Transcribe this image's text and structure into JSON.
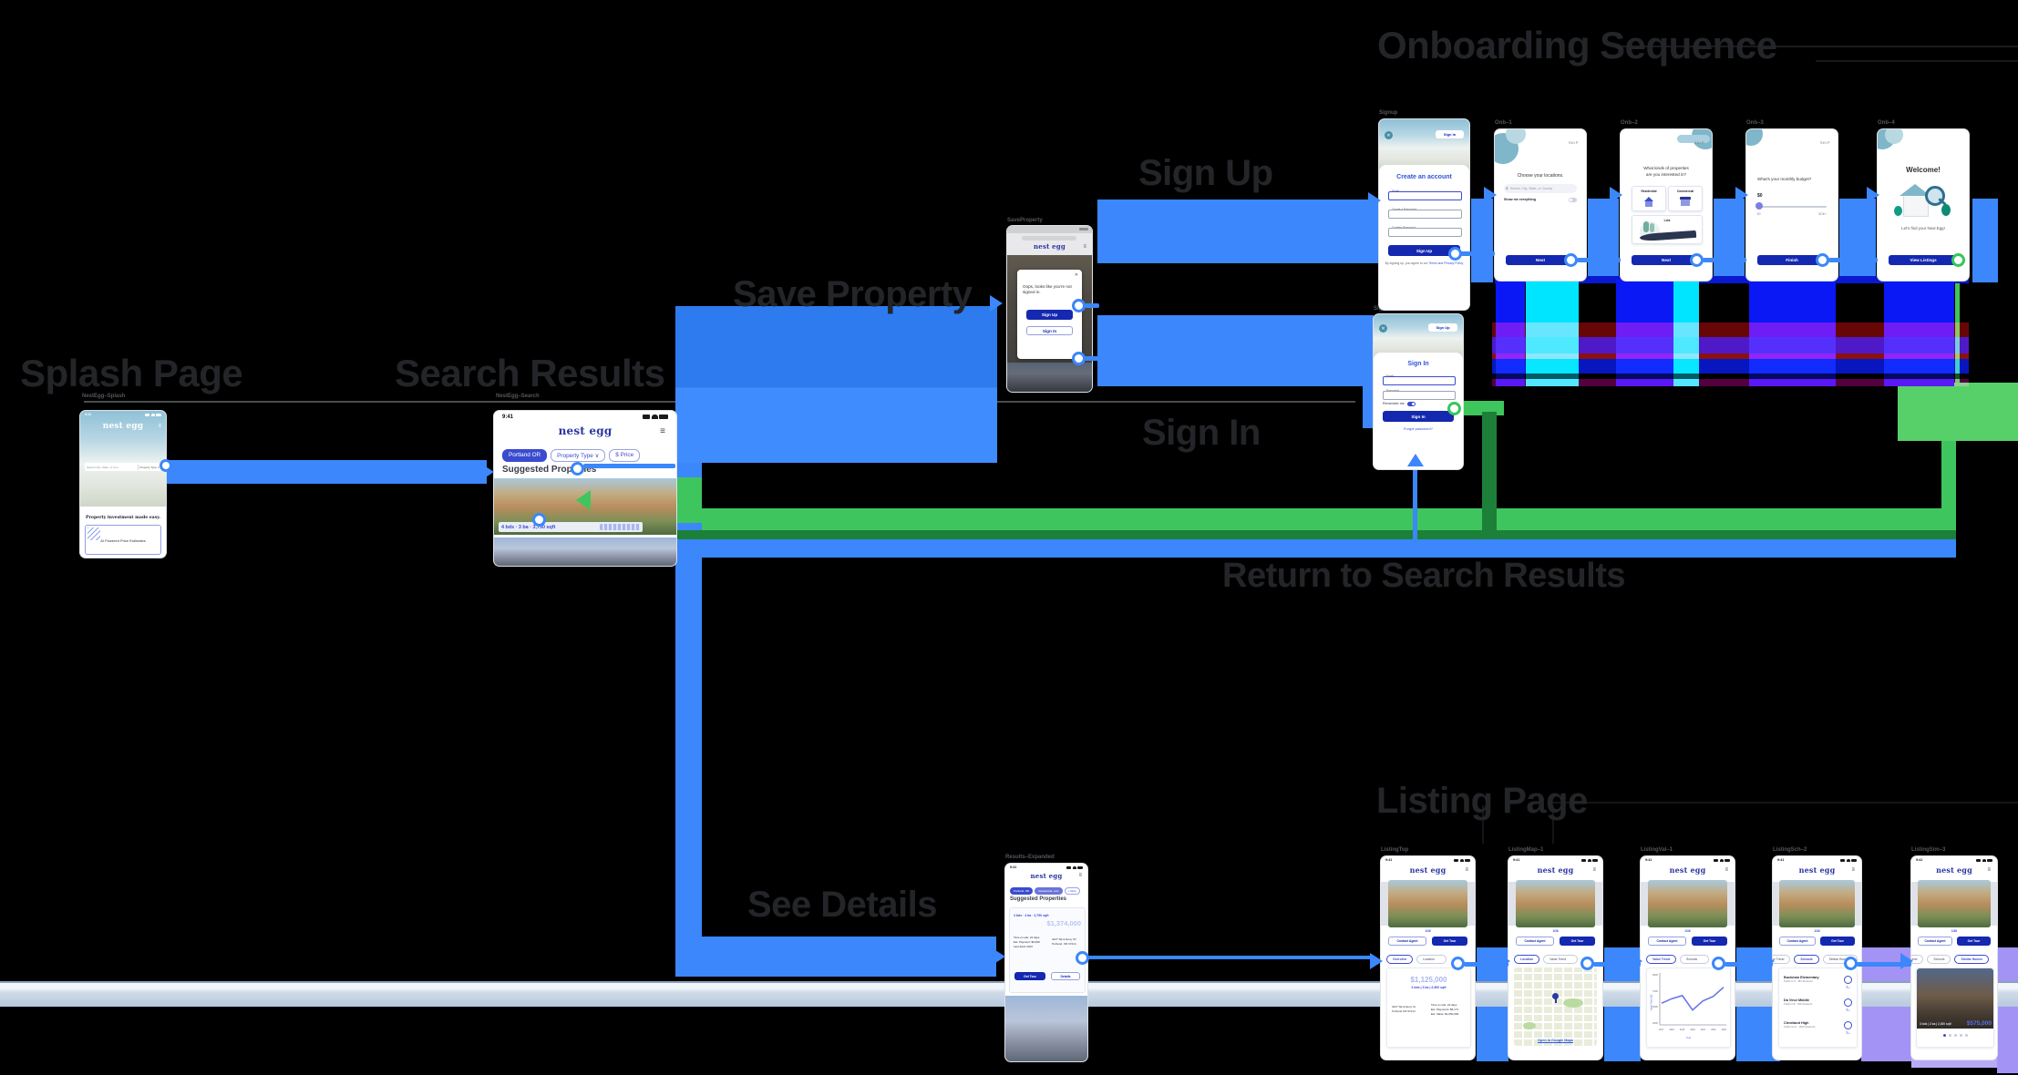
{
  "canvas": {
    "bg": "#000000"
  },
  "sections": {
    "splash": "Splash Page",
    "search": "Search Results",
    "save": "Save Property",
    "signup": "Sign Up",
    "signin": "Sign In",
    "onboarding": "Onboarding Sequence",
    "return": "Return to Search Results",
    "listing": "Listing Page",
    "details": "See Details"
  },
  "frames": {
    "splash": "NestEgg–Splash",
    "search": "NestEgg–Search",
    "modal": "SaveProperty",
    "signup": "Signup",
    "onb2": "Onb–1",
    "onb3": "Onb–2",
    "onb4": "Onb–3",
    "onb5": "Onb–4",
    "signin": "SignIn",
    "expanded": "Results–Expanded",
    "l1": "ListingTop",
    "l2": "ListingMap–1",
    "l3": "ListingVal–1",
    "l4": "ListingSch–2",
    "l5": "ListingSim–3"
  },
  "common": {
    "time": "9:41",
    "logo": "nest egg",
    "menu": "≡"
  },
  "splash": {
    "search_placeholder": "Search City, State, or Cou",
    "property_type": "Property Type ∨",
    "headline": "Property investment made easy.",
    "card": "AI Powered Price Estimates"
  },
  "search": {
    "chips": [
      "Portland OR",
      "Property Type ∨",
      "$ Price"
    ],
    "heading": "Suggested Properties",
    "card1_specs": "4 bds · 3 ba · 3,750 sqft"
  },
  "modal": {
    "close": "✕",
    "message_1": "Oops, looks like you're not",
    "message_2": "signed in.",
    "signup": "Sign Up",
    "signin": "Sign In"
  },
  "signup": {
    "signin_btn": "Sign In",
    "close": "✕",
    "title": "Create an account",
    "email": "Email",
    "password": "Create a Password",
    "confirm": "Confirm Password",
    "button": "Sign Up",
    "terms_1": "By signing up, you agree to our",
    "terms_2": "Terms and Privacy Policy"
  },
  "signin": {
    "signup_btn": "Sign Up",
    "close": "✕",
    "title": "Sign In",
    "email": "Email",
    "password": "Password",
    "remember": "Remember me",
    "button": "Sign In",
    "forgot": "Forgot password?"
  },
  "onb_locations": {
    "skip": "SKIP",
    "title": "Choose your locations.",
    "placeholder": "Search City, State, or County",
    "toggle": "Show me everything",
    "next": "Next"
  },
  "onb_types": {
    "skip": "SKIP",
    "title_1": "What kinds of properties",
    "title_2": "are you interested in?",
    "residential": "Residential",
    "commercial": "Commercial",
    "lots": "Lots",
    "next": "Next"
  },
  "onb_budget": {
    "skip": "SKIP",
    "title": "What's your monthly budget?",
    "value": "$0",
    "min": "$0",
    "max": "$10k+",
    "button": "Finish"
  },
  "onb_welcome": {
    "title": "Welcome!",
    "subtitle": "Let's find your Next Egg!",
    "button": "View Listings"
  },
  "expanded": {
    "chips": [
      "Portland, OR",
      "Residential, Lots",
      "+ More"
    ],
    "heading": "Suggested Properties",
    "specs": "4 bds · 4 ba · 3,750 sqft",
    "price": "$1,374,000",
    "meta": [
      "Time on site: 22 days",
      "Est. Payment: $6,009",
      "Last Sold: 2013"
    ],
    "address_1": "3427 SE Ankeny ST,",
    "address_2": "Portland, OR 97214",
    "get_tour": "Get Tour",
    "details": "Details"
  },
  "listing": {
    "contact": "Contact Agent",
    "get_tour": "Get Tour",
    "carousel": "1/36",
    "l1": {
      "tab_a": "Overview",
      "tab_b": "Location",
      "price": "$1,125,000",
      "specs": "3 bds | 3 ba | 2,500 sqft",
      "address_1": "3427 SE Ankeny St,",
      "address_2": "Portland OR 97214",
      "meta": [
        "Time on site: 22 days",
        "Est. Payments: $6,171",
        "Est. Value: $1,050,000"
      ]
    },
    "l2": {
      "tab_a": "Location",
      "tab_b": "Value Trend",
      "link": "Open in Google Maps"
    },
    "l3": {
      "tab_a": "Value Trend",
      "tab_b": "Schools"
    },
    "l4": {
      "tab_a": "ue Trend",
      "tab_b": "Schools",
      "tab_c": "Similar Home",
      "schools": [
        {
          "name": "Buckman Elementary",
          "info": "Public K-5 · 481 Students",
          "rating": "7"
        },
        {
          "name": "Da Vinci Middle",
          "info": "Public 6-8 · 459 Students",
          "rating": "7"
        },
        {
          "name": "Cleveland High",
          "info": "Public 9-12 · 1600 Students",
          "rating": "7"
        }
      ],
      "rating_suffix": "/10"
    },
    "l5": {
      "tab_a": "ue Trend",
      "tab_b": "Schools",
      "tab_c": "Similar Homes",
      "specs": "3 bds | 2 ba | 2,300 sqft",
      "price": "$575,000"
    }
  },
  "chart_data": {
    "type": "line",
    "title": "Value Trend",
    "x": [
      2017,
      2018,
      2019,
      2020,
      2021,
      2022,
      2023
    ],
    "values": [
      550,
      610,
      650,
      460,
      580,
      640,
      760
    ],
    "unit": "K USD",
    "ylabel": "Value Trend ($)",
    "xlabel": "Year",
    "yticks": [
      "900K",
      "700K",
      "500K",
      "300K"
    ],
    "ylim": [
      300,
      900
    ],
    "legend": false,
    "grid": false
  },
  "colors": {
    "connector_blue": "#3b87fb",
    "deep_blue": "#1428b0",
    "pure_blue": "#0a18f5",
    "cyan": "#00e5ff",
    "green": "#3fc55e",
    "dark_green": "#1d8038",
    "lavender": "#a393f5",
    "accent_text": "#3353d6"
  }
}
